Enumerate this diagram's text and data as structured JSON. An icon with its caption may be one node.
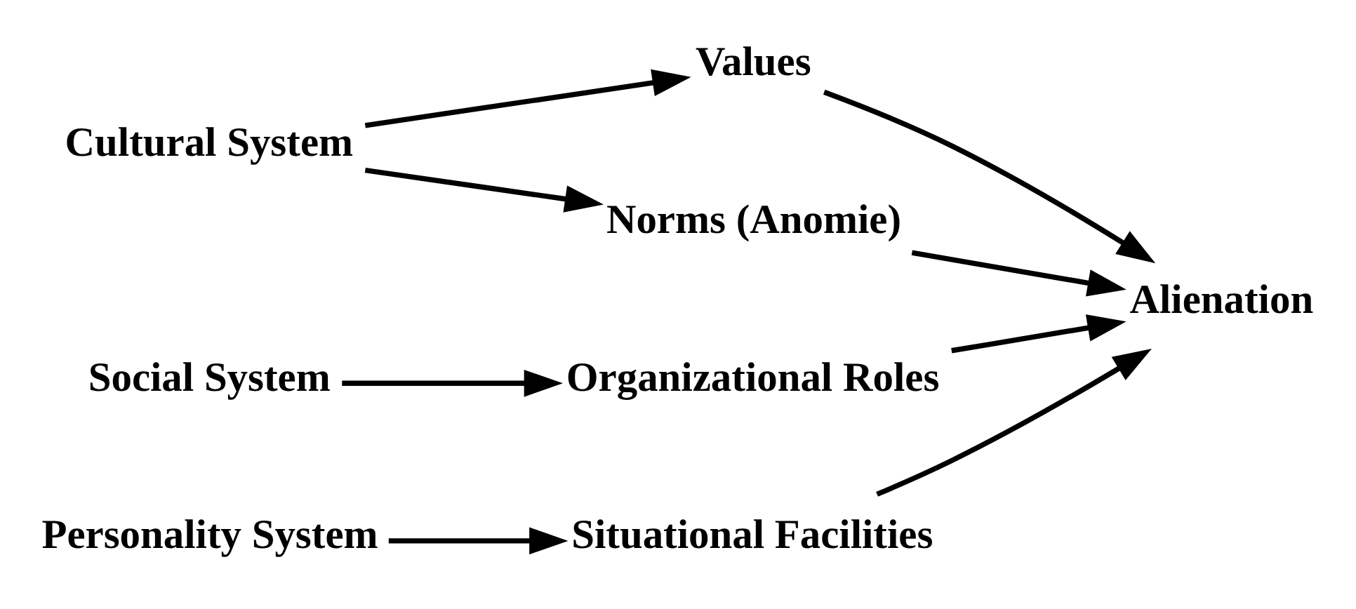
{
  "diagram": {
    "nodes": [
      {
        "text": [
          "Cultural System"
        ]
      },
      {
        "text": [
          "Values"
        ]
      },
      {
        "text": [
          "Norms (Anomie)"
        ]
      },
      {
        "text": [
          "Social System"
        ]
      },
      {
        "text": [
          "Organizational Roles"
        ]
      },
      {
        "text": [
          "Alienation"
        ]
      },
      {
        "text": [
          "Personality System"
        ]
      },
      {
        "text": [
          "Situational Facilities"
        ]
      }
    ],
    "edges": [
      {
        "from": 0,
        "to": 1,
        "arrow": "to"
      },
      {
        "from": 0,
        "to": 2,
        "arrow": "to"
      },
      {
        "from": 1,
        "to": 5,
        "arrow": "to"
      },
      {
        "from": 2,
        "to": 5,
        "arrow": "to"
      },
      {
        "from": 3,
        "to": 4,
        "arrow": "to"
      },
      {
        "from": 4,
        "to": 5,
        "arrow": "to"
      },
      {
        "from": 6,
        "to": 7,
        "arrow": "to"
      },
      {
        "from": 7,
        "to": 5,
        "arrow": "to"
      }
    ]
  }
}
